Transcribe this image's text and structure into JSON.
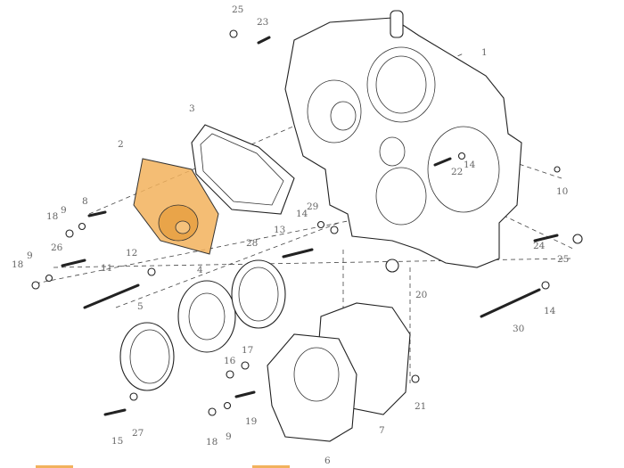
{
  "diagram": {
    "highlight_color": "#F2B25C",
    "callouts": [
      "25",
      "23",
      "1",
      "3",
      "2",
      "14",
      "22",
      "10",
      "8",
      "9",
      "18",
      "29",
      "14",
      "13",
      "24",
      "25",
      "26",
      "28",
      "9",
      "18",
      "12",
      "11",
      "4",
      "20",
      "14",
      "5",
      "30",
      "17",
      "16",
      "21",
      "19",
      "7",
      "18",
      "9",
      "15",
      "27",
      "6"
    ]
  }
}
